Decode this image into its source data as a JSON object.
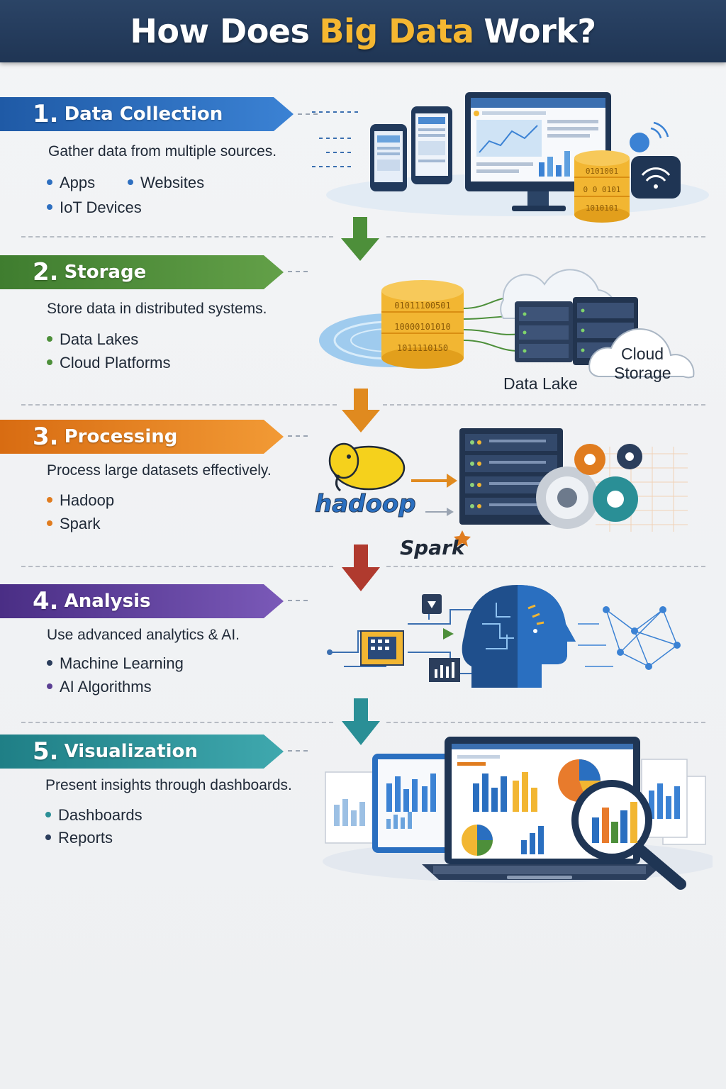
{
  "header": {
    "title_prefix": "How Does",
    "title_highlight": "Big Data",
    "title_suffix": "Work?"
  },
  "steps": [
    {
      "number": "1.",
      "label": "Data Collection",
      "description": "Gather data from multiple sources.",
      "bullets": [
        "Apps",
        "Websites",
        "IoT Devices"
      ],
      "color": "#2e6fc0"
    },
    {
      "number": "2.",
      "label": "Storage",
      "description": "Store data in distributed systems.",
      "bullets": [
        "Data Lakes",
        "Cloud Platforms"
      ],
      "image_labels": {
        "data_lake": "Data Lake",
        "cloud_storage_line1": "Cloud",
        "cloud_storage_line2": "Storage"
      },
      "color": "#4d8f3a"
    },
    {
      "number": "3.",
      "label": "Processing",
      "description": "Process large datasets effectively.",
      "bullets": [
        "Hadoop",
        "Spark"
      ],
      "logos": {
        "hadoop": "hadoop",
        "spark": "Spark"
      },
      "color": "#e07c1f"
    },
    {
      "number": "4.",
      "label": "Analysis",
      "description": "Use advanced analytics & AI.",
      "bullets": [
        "Machine Learning",
        "AI Algorithms"
      ],
      "color": "#5b3f93"
    },
    {
      "number": "5.",
      "label": "Visualization",
      "description": "Present insights through dashboards.",
      "bullets": [
        "Dashboards",
        "Reports"
      ],
      "color": "#2a8f96"
    }
  ],
  "icons": {
    "flow": "down-arrow-icon",
    "collection": [
      "phone-icon",
      "tablet-icon",
      "monitor-icon",
      "database-icon",
      "wifi-icon"
    ],
    "storage": [
      "database-icon",
      "server-rack-icon",
      "cloud-icon"
    ],
    "processing": [
      "hadoop-logo-icon",
      "server-rack-icon",
      "gear-icon",
      "spark-logo-icon"
    ],
    "analysis": [
      "ai-head-icon",
      "chip-icon",
      "network-graph-icon"
    ],
    "visualization": [
      "laptop-icon",
      "bar-chart-icon",
      "pie-chart-icon",
      "magnifier-icon"
    ]
  },
  "arrow_colors": [
    "#4d8f3a",
    "#e08a1f",
    "#b03a2e",
    "#2a8f96"
  ]
}
